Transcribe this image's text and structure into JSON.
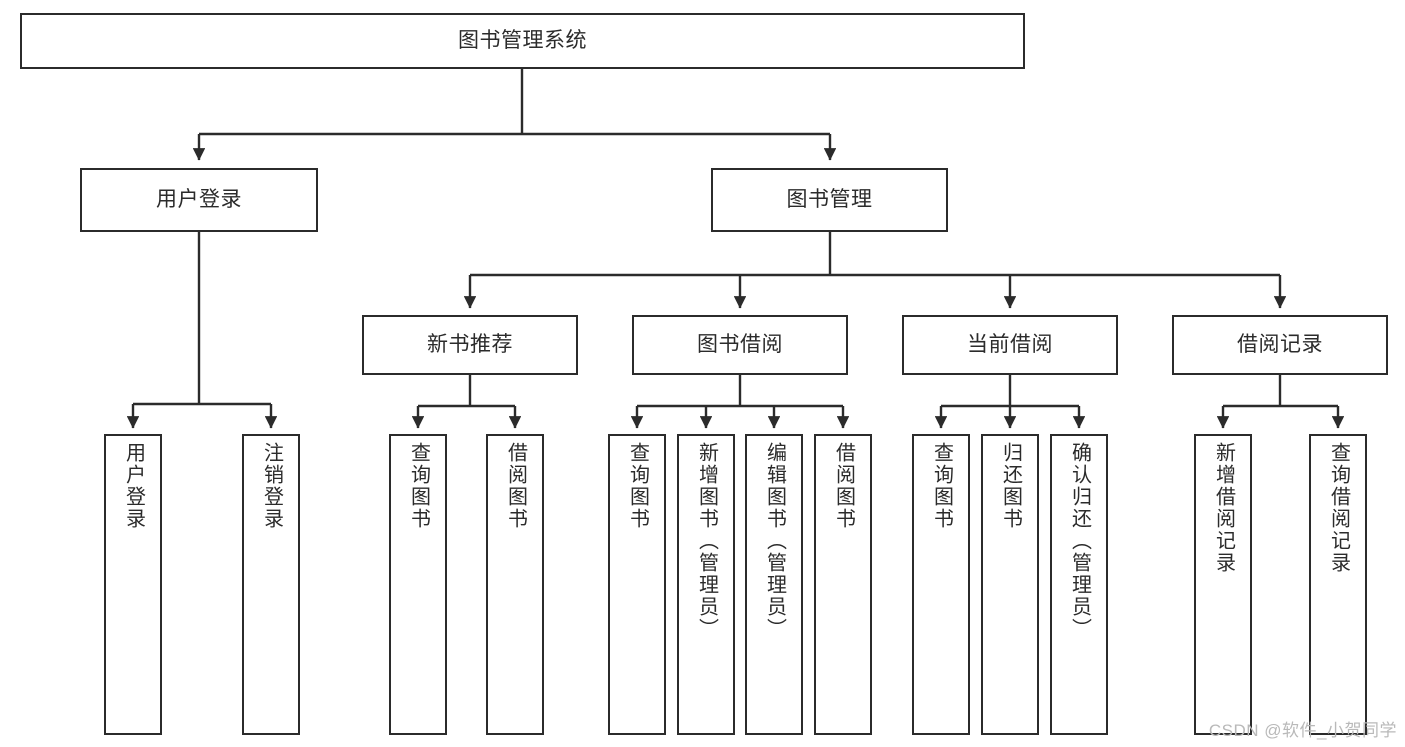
{
  "diagram": {
    "title": "图书管理系统",
    "type": "tree",
    "watermark": "CSDN @软件_小贺同学",
    "colors": {
      "box_border": "#2b2b2b",
      "box_fill": "#ffffff",
      "connector": "#2b2b2b",
      "text": "#2b2b2b",
      "watermark": "#b9b9b9",
      "background": "#ffffff"
    },
    "levels": {
      "root": {
        "label": "图书管理系统"
      },
      "level2": [
        {
          "label": "用户登录"
        },
        {
          "label": "图书管理"
        }
      ],
      "level3": [
        {
          "label": "新书推荐"
        },
        {
          "label": "图书借阅"
        },
        {
          "label": "当前借阅"
        },
        {
          "label": "借阅记录"
        }
      ],
      "leaves": {
        "user_login": [
          {
            "label": "用户登录"
          },
          {
            "label": "注销登录"
          }
        ],
        "new_book_recommend": [
          {
            "label": "查询图书"
          },
          {
            "label": "借阅图书"
          }
        ],
        "book_borrow": [
          {
            "label": "查询图书"
          },
          {
            "label": "新增图书（管理员）"
          },
          {
            "label": "编辑图书（管理员）"
          },
          {
            "label": "借阅图书"
          }
        ],
        "current_borrow": [
          {
            "label": "查询图书"
          },
          {
            "label": "归还图书"
          },
          {
            "label": "确认归还（管理员）"
          }
        ],
        "borrow_record": [
          {
            "label": "新增借阅记录"
          },
          {
            "label": "查询借阅记录"
          }
        ]
      }
    }
  }
}
